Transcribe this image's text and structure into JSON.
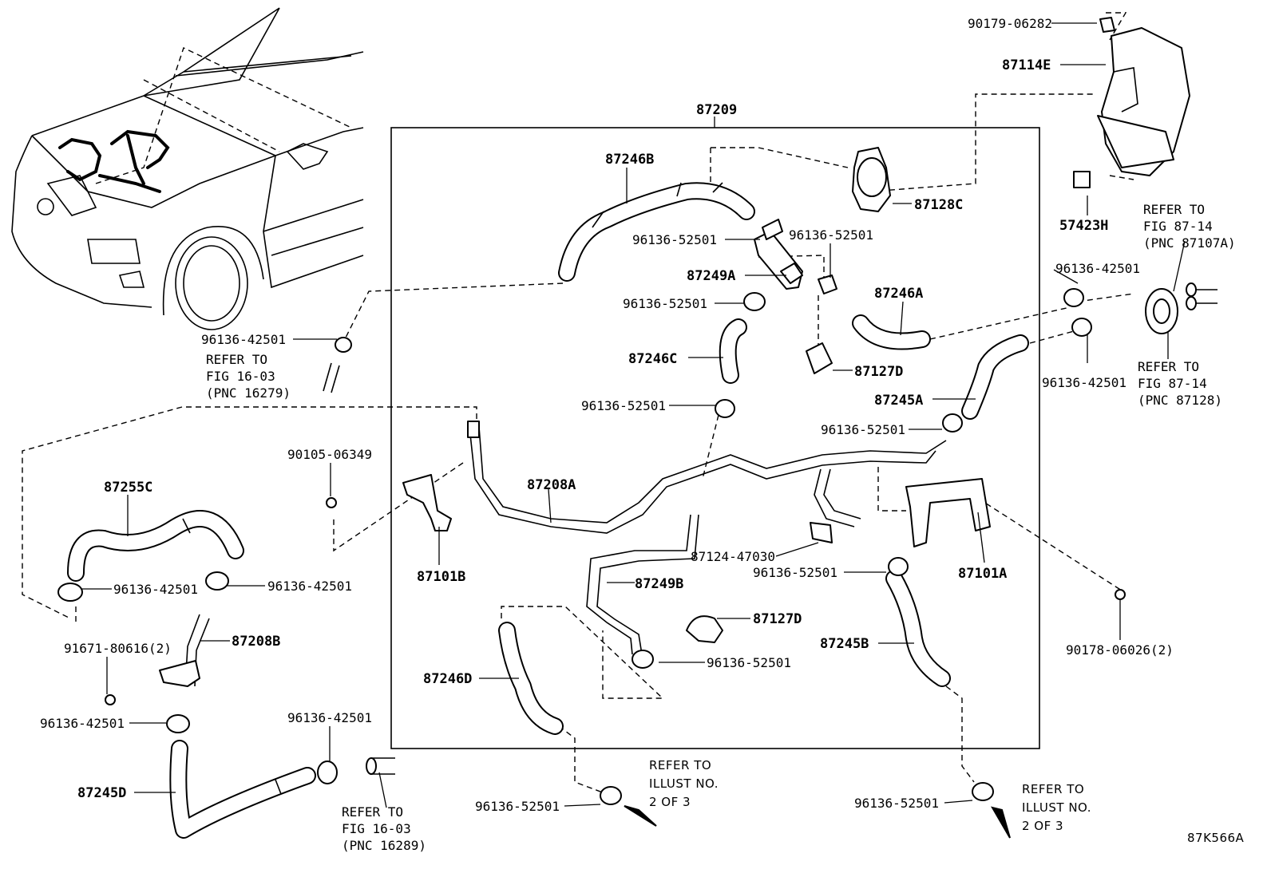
{
  "diagram": {
    "group_label": "87209",
    "code": "87K566A",
    "parts": {
      "p90179_06282": "90179-06282",
      "p87114E": "87114E",
      "p87128C": "87128C",
      "p57423H": "57423H",
      "p87246B": "87246B",
      "p96136_52501_a": "96136-52501",
      "p96136_52501_b": "96136-52501",
      "p87249A": "87249A",
      "p96136_52501_c": "96136-52501",
      "p87246A": "87246A",
      "p87246C": "87246C",
      "p87127D_top": "87127D",
      "p96136_42501_r1": "96136-42501",
      "p96136_42501_r2": "96136-42501",
      "p87245A": "87245A",
      "p96136_52501_d": "96136-52501",
      "p96136_52501_e": "96136-52501",
      "p96136_42501_left": "96136-42501",
      "p90105_06349": "90105-06349",
      "p87255C": "87255C",
      "p87208A": "87208A",
      "p87101B": "87101B",
      "p87124_47030": "87124-47030",
      "p96136_52501_f": "96136-52501",
      "p87101A": "87101A",
      "p96136_42501_l1": "96136-42501",
      "p96136_42501_l2": "96136-42501",
      "p87249B": "87249B",
      "p87127D_bottom": "87127D",
      "p90178_06026": "90178-06026(2)",
      "p91671_80616": "91671-80616(2)",
      "p87208B": "87208B",
      "p96136_52501_g": "96136-52501",
      "p87245B": "87245B",
      "p96136_42501_l3": "96136-42501",
      "p87246D": "87246D",
      "p96136_42501_bot": "96136-42501",
      "p87245D": "87245D",
      "p96136_52501_h": "96136-52501",
      "p96136_52501_i": "96136-52501"
    },
    "refs": {
      "r_fig_87_14_a": [
        "REFER TO",
        "FIG 87-14",
        "(PNC 87107A)"
      ],
      "r_fig_87_14_b": [
        "REFER TO",
        "FIG 87-14",
        "(PNC 87128)"
      ],
      "r_fig_16_03_a": [
        "REFER TO",
        "FIG 16-03",
        "(PNC 16279)"
      ],
      "r_fig_16_03_b": [
        "REFER TO",
        "FIG 16-03",
        "(PNC 16289)"
      ],
      "r_illust_a": [
        "REFER TO",
        "ILLUST NO.",
        "2 OF 3"
      ],
      "r_illust_b": [
        "REFER TO",
        "ILLUST NO.",
        "2 OF 3"
      ]
    }
  }
}
